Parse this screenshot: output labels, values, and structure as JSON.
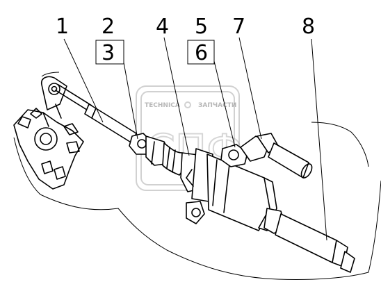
{
  "callouts": {
    "c1": "1",
    "c2": "2",
    "c3": "3",
    "c4": "4",
    "c5": "5",
    "c6": "6",
    "c7": "7",
    "c8": "8"
  },
  "watermark": {
    "left_word": "TECHNICA",
    "right_word": "ЗАПЧАСТИ"
  },
  "colors": {
    "line": "#000000",
    "background": "#ffffff",
    "watermark": "#9a9a9a"
  }
}
